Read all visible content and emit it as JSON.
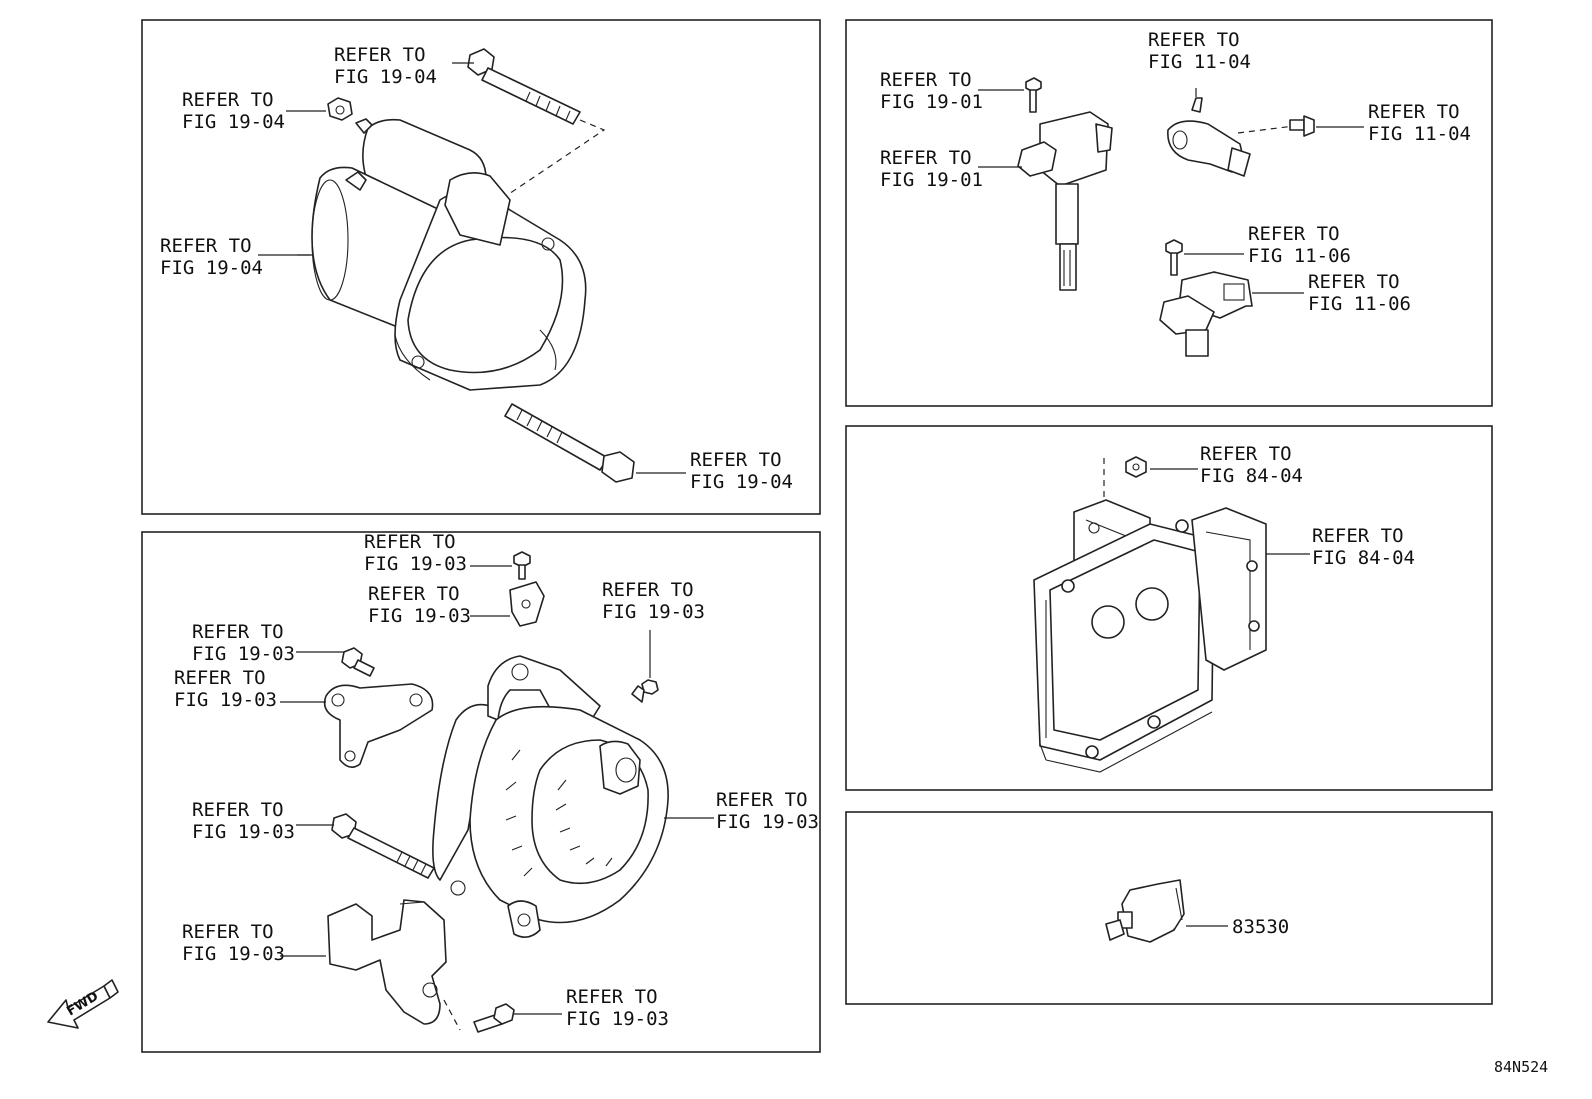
{
  "callouts": {
    "starter_top_bolt": {
      "line1": "REFER TO",
      "line2": "FIG 19-04"
    },
    "starter_nut": {
      "line1": "REFER TO",
      "line2": "FIG 19-04"
    },
    "starter_body": {
      "line1": "REFER TO",
      "line2": "FIG 19-04"
    },
    "starter_lower_bolt": {
      "line1": "REFER TO",
      "line2": "FIG 19-04"
    },
    "ignition_bolt": {
      "line1": "REFER TO",
      "line2": "FIG 19-01"
    },
    "ignition_coil": {
      "line1": "REFER TO",
      "line2": "FIG 19-01"
    },
    "crank_sensor": {
      "line1": "REFER TO",
      "line2": "FIG 11-04"
    },
    "crank_sensor_bolt": {
      "line1": "REFER TO",
      "line2": "FIG 11-04"
    },
    "cam_sensor_bolt": {
      "line1": "REFER TO",
      "line2": "FIG 11-06"
    },
    "cam_sensor": {
      "line1": "REFER TO",
      "line2": "FIG 11-06"
    },
    "ecu_nut": {
      "line1": "REFER TO",
      "line2": "FIG 84-04"
    },
    "ecu": {
      "line1": "REFER TO",
      "line2": "FIG 84-04"
    },
    "alt_top_screw": {
      "line1": "REFER TO",
      "line2": "FIG 19-03"
    },
    "alt_small_bracket": {
      "line1": "REFER TO",
      "line2": "FIG 19-03"
    },
    "alt_terminal_nut": {
      "line1": "REFER TO",
      "line2": "FIG 19-03"
    },
    "alt_bracket_bolt": {
      "line1": "REFER TO",
      "line2": "FIG 19-03"
    },
    "alt_bracket": {
      "line1": "REFER TO",
      "line2": "FIG 19-03"
    },
    "alternator": {
      "line1": "REFER TO",
      "line2": "FIG 19-03"
    },
    "alt_long_bolt": {
      "line1": "REFER TO",
      "line2": "FIG 19-03"
    },
    "alt_lower_bracket": {
      "line1": "REFER TO",
      "line2": "FIG 19-03"
    },
    "alt_lower_bolt": {
      "line1": "REFER TO",
      "line2": "FIG 19-03"
    }
  },
  "oil_switch_part_number": "83530",
  "fwd_label": "FWD",
  "diagram_code": "84N524"
}
